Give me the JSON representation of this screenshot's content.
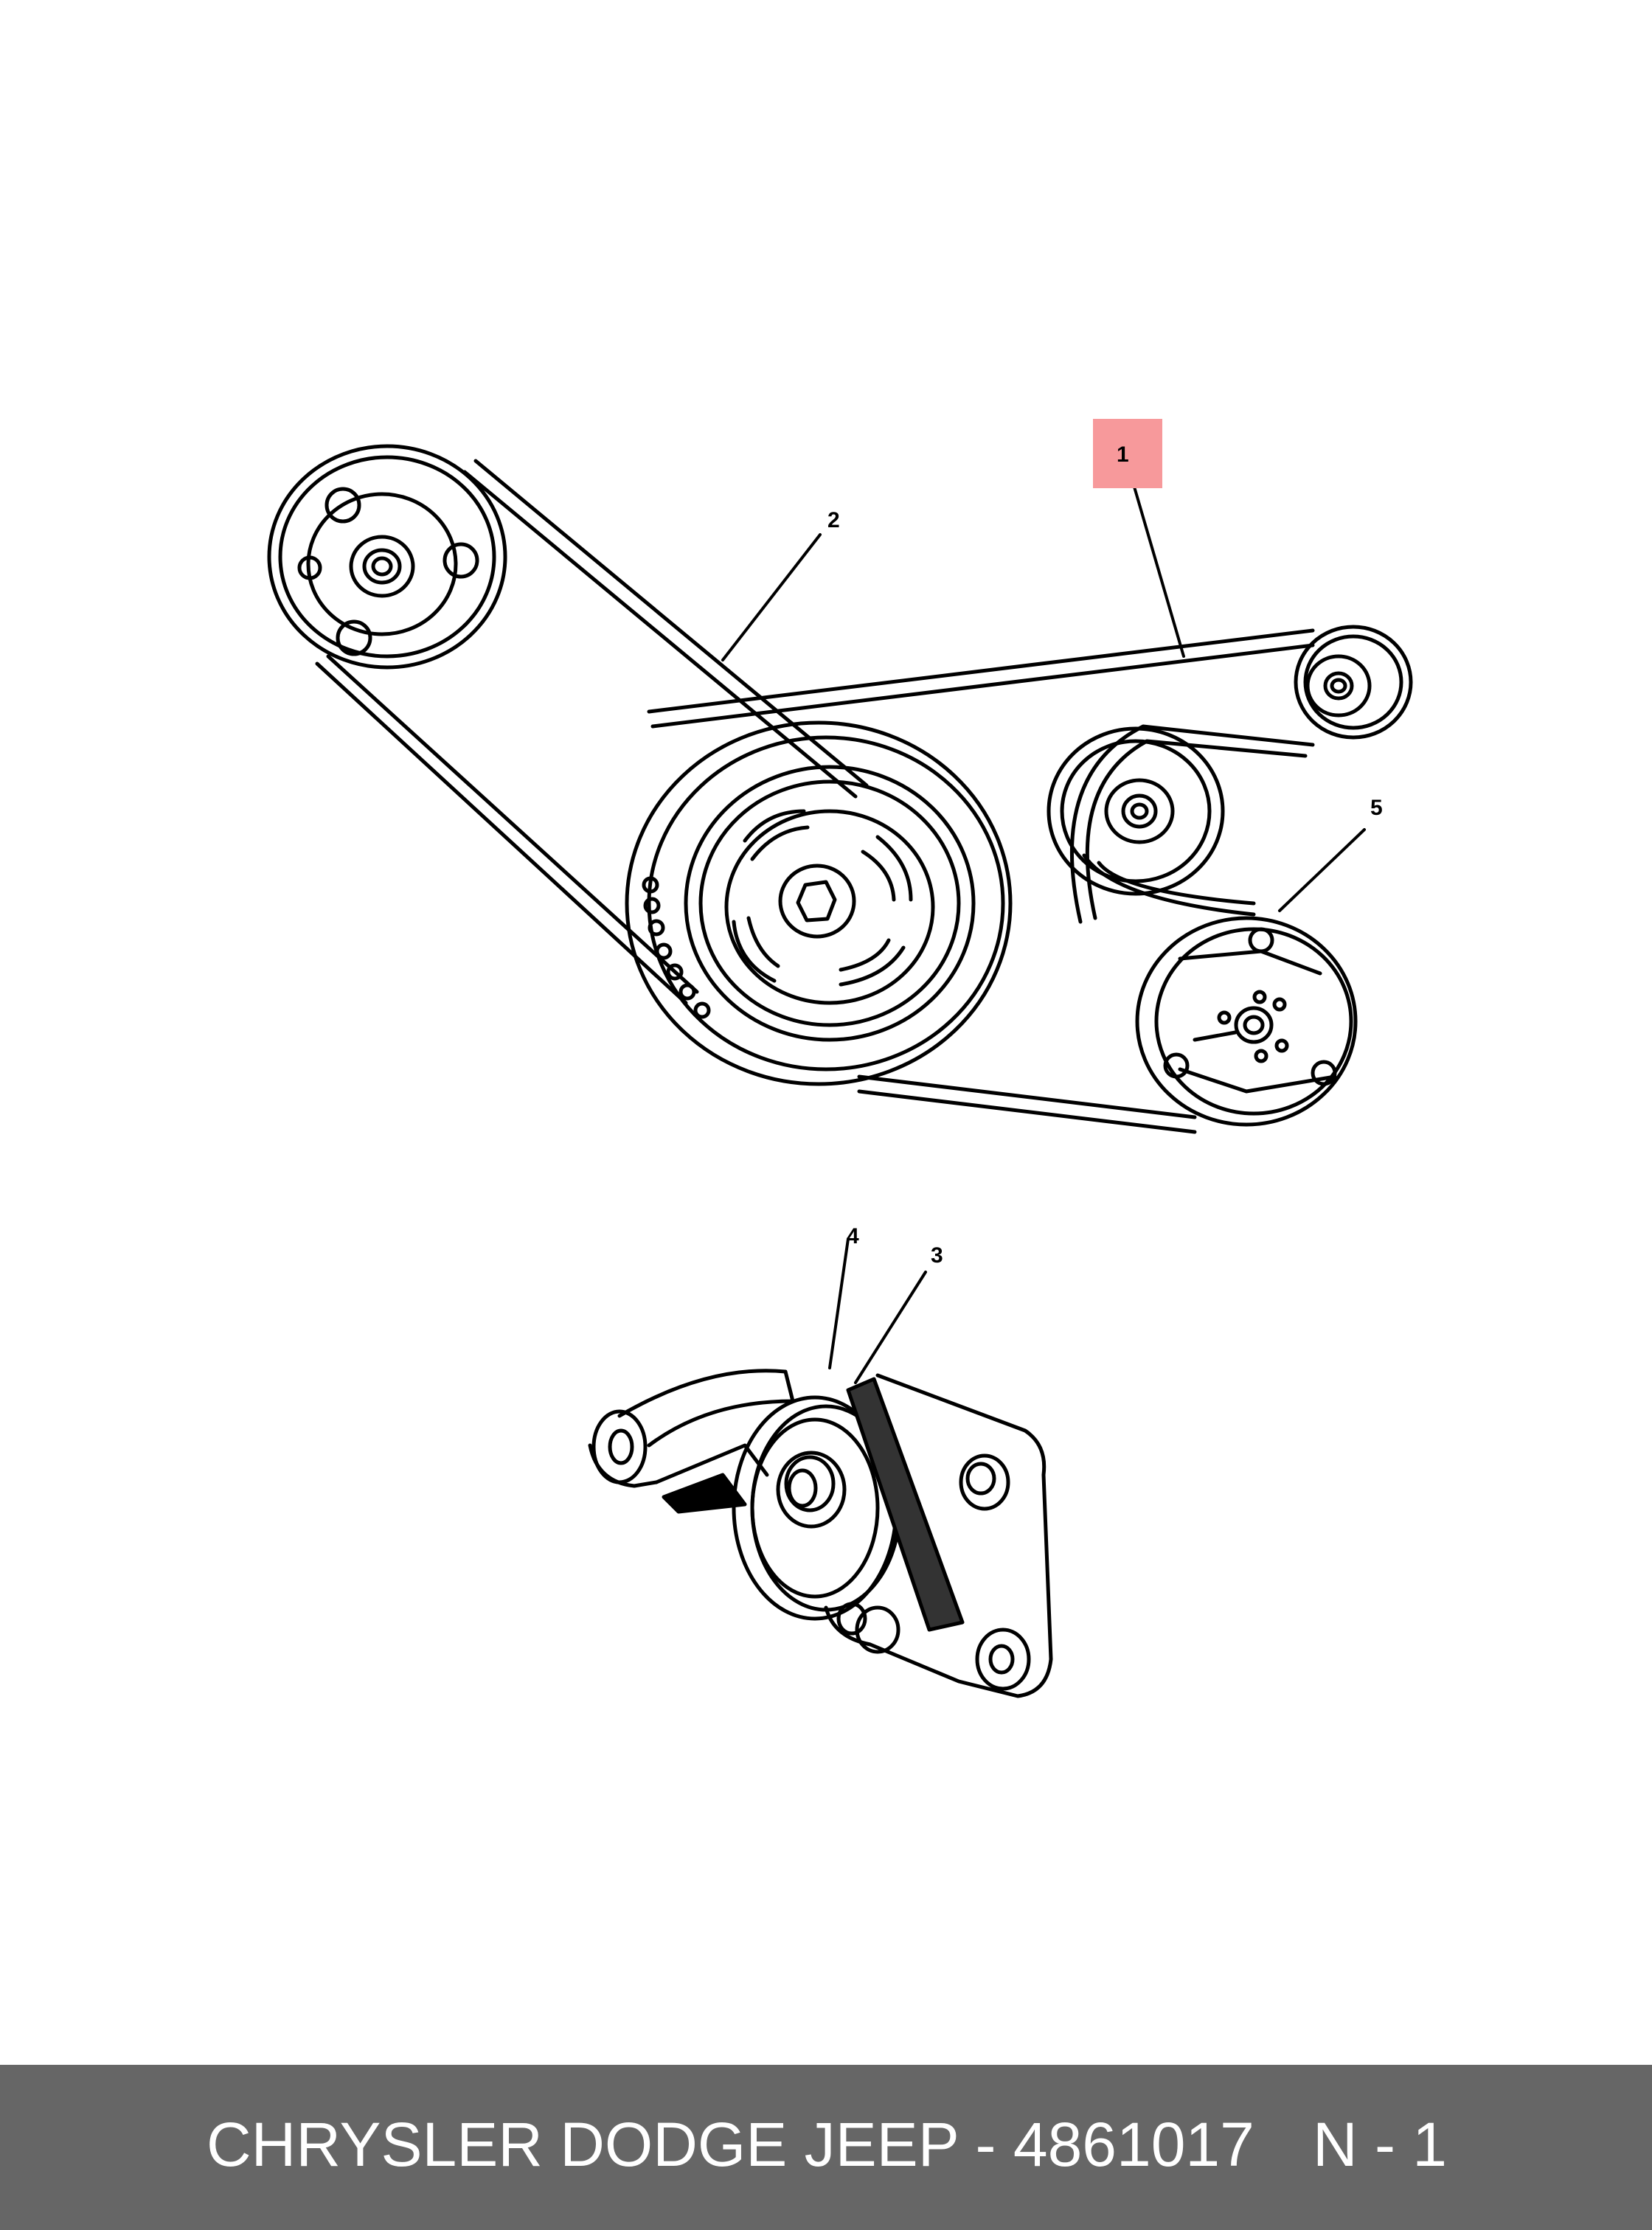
{
  "callouts": {
    "c1": "1",
    "c2": "2",
    "c3": "3",
    "c4": "4",
    "c5": "5"
  },
  "highlight_color": "#f7999b",
  "footer": {
    "title": "CHRYSLER DODGE JEEP - 4861017",
    "page": "N - 1",
    "background": "#666666"
  }
}
